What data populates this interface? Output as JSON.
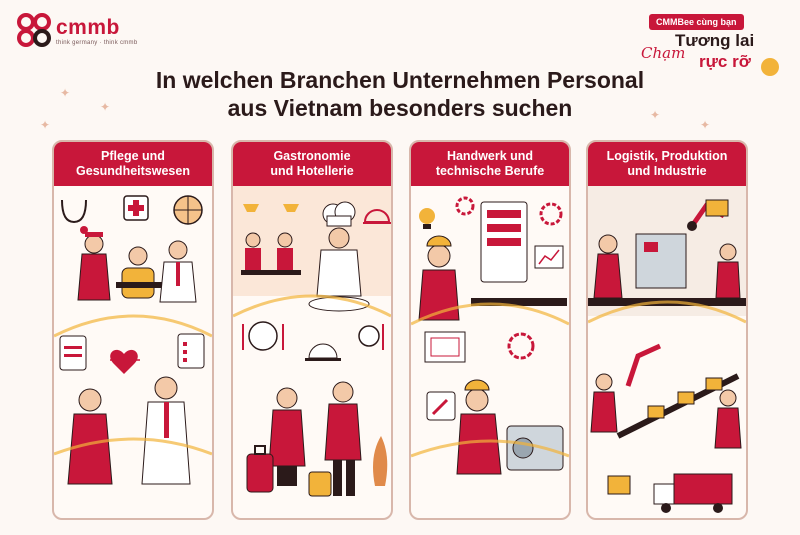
{
  "brand": {
    "name": "cmmb",
    "tagline": "think germany · think cmmb",
    "accent": "#c8173a",
    "gold": "#f2b33a"
  },
  "badge": {
    "top": "CMMBee cùng bạn",
    "script": "Chạm",
    "line1": "Tương lai",
    "line2": "rực rỡ"
  },
  "title": {
    "line1": "In welchen Branchen Unternehmen Personal",
    "line2": "aus Vietnam besonders suchen"
  },
  "panels": [
    {
      "line1": "Pflege und",
      "line2": "Gesundheitswesen"
    },
    {
      "line1": "Gastronomie",
      "line2": "und Hotellerie"
    },
    {
      "line1": "Handwerk und",
      "line2": "technische Berufe"
    },
    {
      "line1": "Logistik, Produktion",
      "line2": "und Industrie"
    }
  ],
  "icons": {
    "panel1": [
      "stethoscope-icon",
      "first-aid-icon",
      "globe-icon",
      "clipboard-icon",
      "heart-rate-icon"
    ],
    "panel2": [
      "chef-hat-icon",
      "cloche-icon",
      "plate-icon",
      "luggage-icon"
    ],
    "panel3": [
      "gear-icon",
      "light-bulb-icon",
      "wrench-icon",
      "blueprint-icon"
    ],
    "panel4": [
      "conveyor-icon",
      "robot-arm-icon",
      "box-icon",
      "truck-icon"
    ]
  }
}
